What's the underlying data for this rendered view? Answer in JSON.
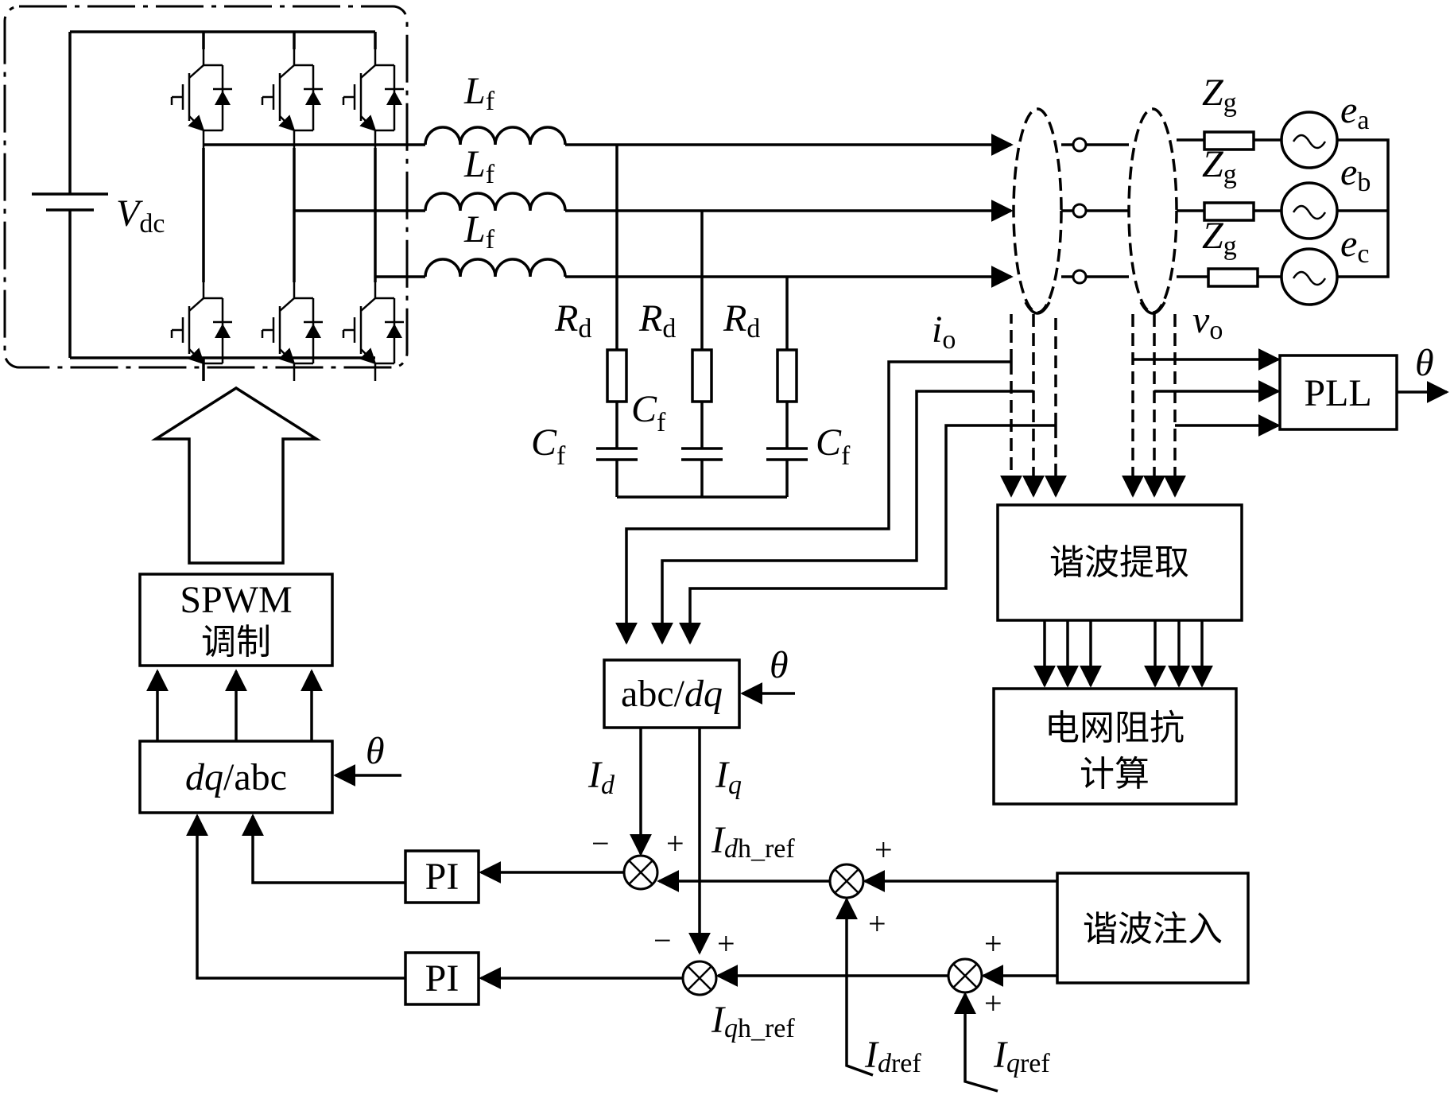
{
  "labels": {
    "vdc": "V",
    "vdc_sub": "dc",
    "lf": "L",
    "lf_sub": "f",
    "rd": "R",
    "rd_sub": "d",
    "cf": "C",
    "cf_sub": "f",
    "zg": "Z",
    "zg_sub": "g",
    "ea": "e",
    "ea_sub": "a",
    "eb": "e",
    "eb_sub": "b",
    "ec": "e",
    "ec_sub": "c",
    "io": "i",
    "io_sub": "o",
    "vo": "v",
    "vo_sub": "o",
    "theta": "θ",
    "id": "I",
    "id_sub": "d",
    "iq": "I",
    "iq_sub": "q",
    "idh_main": "I",
    "idh_d": "d",
    "idh_rest": "h_ref",
    "iqh_main": "I",
    "iqh_q": "q",
    "iqh_rest": "h_ref",
    "idref_main": "I",
    "idref_d": "d",
    "idref_rest": "ref",
    "iqref_main": "I",
    "iqref_q": "q",
    "iqref_rest": "ref",
    "plus": "+",
    "minus": "−"
  },
  "blocks": {
    "pll": "PLL",
    "spwm_line1": "SPWM",
    "spwm_line2": "调制",
    "dq_abc_italic": "dq",
    "dq_abc_rest": "/abc",
    "abc_dq_rest": "abc/",
    "abc_dq_italic": "dq",
    "harm_extract": "谐波提取",
    "grid_imp_line1": "电网阻抗",
    "grid_imp_line2": "计算",
    "harm_inject": "谐波注入",
    "pi": "PI"
  }
}
